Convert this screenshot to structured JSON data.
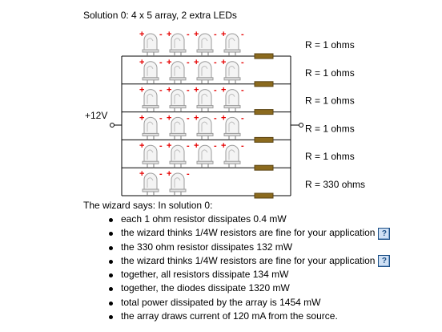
{
  "title": "Solution 0: 4 x 5 array, 2 extra LEDs",
  "supply_label": "+12V",
  "polarity": {
    "plus": "+",
    "minus": "-"
  },
  "rows": [
    {
      "leds": 4,
      "resistor_label": "R = 1 ohms"
    },
    {
      "leds": 4,
      "resistor_label": "R = 1 ohms"
    },
    {
      "leds": 4,
      "resistor_label": "R = 1 ohms"
    },
    {
      "leds": 4,
      "resistor_label": "R = 1 ohms"
    },
    {
      "leds": 4,
      "resistor_label": "R = 1 ohms"
    },
    {
      "leds": 2,
      "resistor_label": "R = 330 ohms"
    }
  ],
  "colors": {
    "resistor": "#8b6a1e",
    "polarity": "#e60000",
    "help_icon": "#1b4f86"
  },
  "wizard": {
    "heading": "The wizard says: In solution 0:",
    "items": [
      {
        "text": "each 1 ohm resistor dissipates 0.4 mW",
        "help": false
      },
      {
        "text": "the wizard thinks 1/4W resistors are fine for your application",
        "help": true
      },
      {
        "text": "the 330 ohm resistor dissipates 132 mW",
        "help": false
      },
      {
        "text": "the wizard thinks 1/4W resistors are fine for your application",
        "help": true
      },
      {
        "text": "together, all resistors dissipate 134 mW",
        "help": false
      },
      {
        "text": "together, the diodes dissipate 1320 mW",
        "help": false
      },
      {
        "text": "total power dissipated by the array is 1454 mW",
        "help": false
      },
      {
        "text": "the array draws current of 120 mA from the source.",
        "help": false
      }
    ],
    "help_icon_label": "?"
  }
}
